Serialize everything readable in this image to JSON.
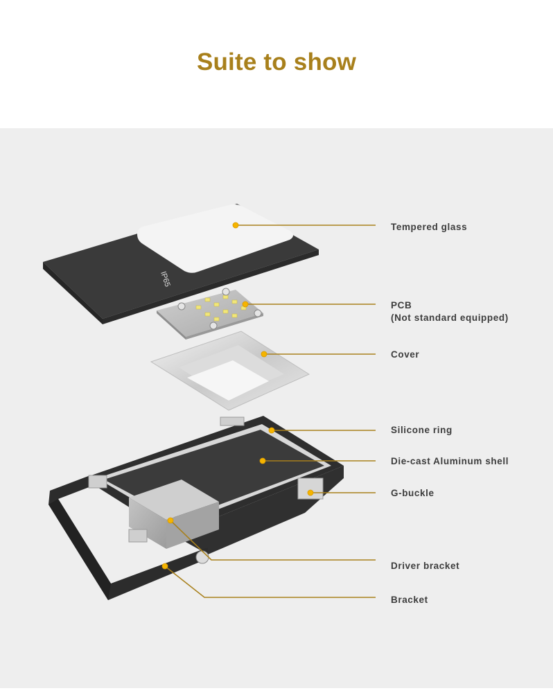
{
  "header": {
    "title": "Suite to show"
  },
  "diagram": {
    "accent_color": "#a8801c",
    "dot_color": "#f5b400",
    "panel_background": "#eeeeee",
    "parts": [
      {
        "label": "Tempered glass"
      },
      {
        "label": "PCB",
        "sublabel": "(Not standard equipped)"
      },
      {
        "label": "Cover"
      },
      {
        "label": "Silicone ring"
      },
      {
        "label": "Die-cast  Aluminum shell"
      },
      {
        "label": "G-buckle"
      },
      {
        "label": "Driver bracket"
      },
      {
        "label": "Bracket"
      }
    ],
    "glass_marking": "IP65"
  }
}
